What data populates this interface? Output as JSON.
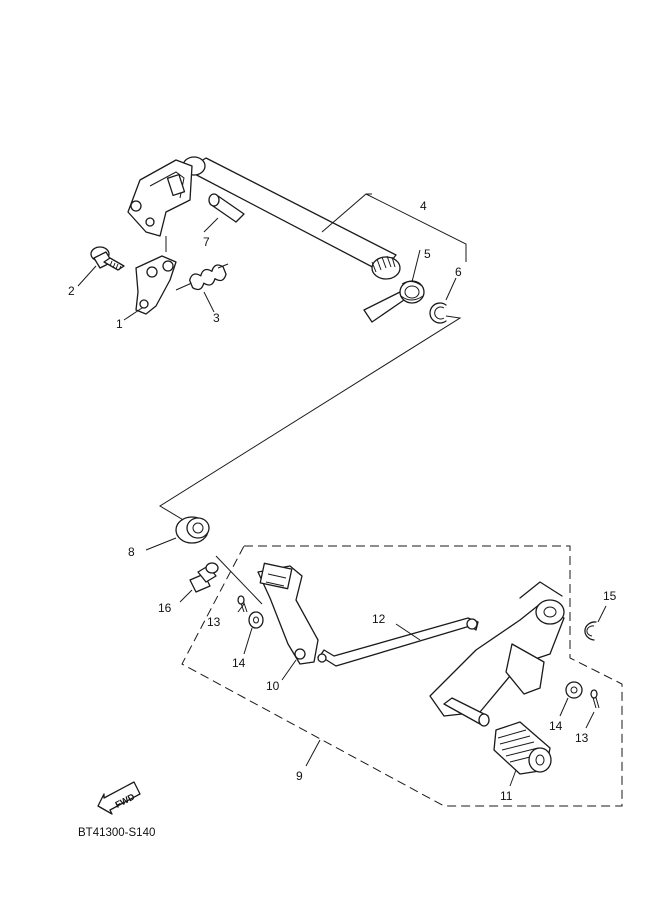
{
  "callouts": {
    "c1": "1",
    "c2": "2",
    "c3": "3",
    "c4": "4",
    "c5": "5",
    "c6": "6",
    "c7": "7",
    "c8": "8",
    "c9": "9",
    "c10": "10",
    "c11": "11",
    "c12": "12",
    "c13a": "13",
    "c13b": "13",
    "c14a": "14",
    "c14b": "14",
    "c15": "15",
    "c16": "16"
  },
  "fwd_label": "FWD",
  "diagram_code": "BT41300-S140"
}
